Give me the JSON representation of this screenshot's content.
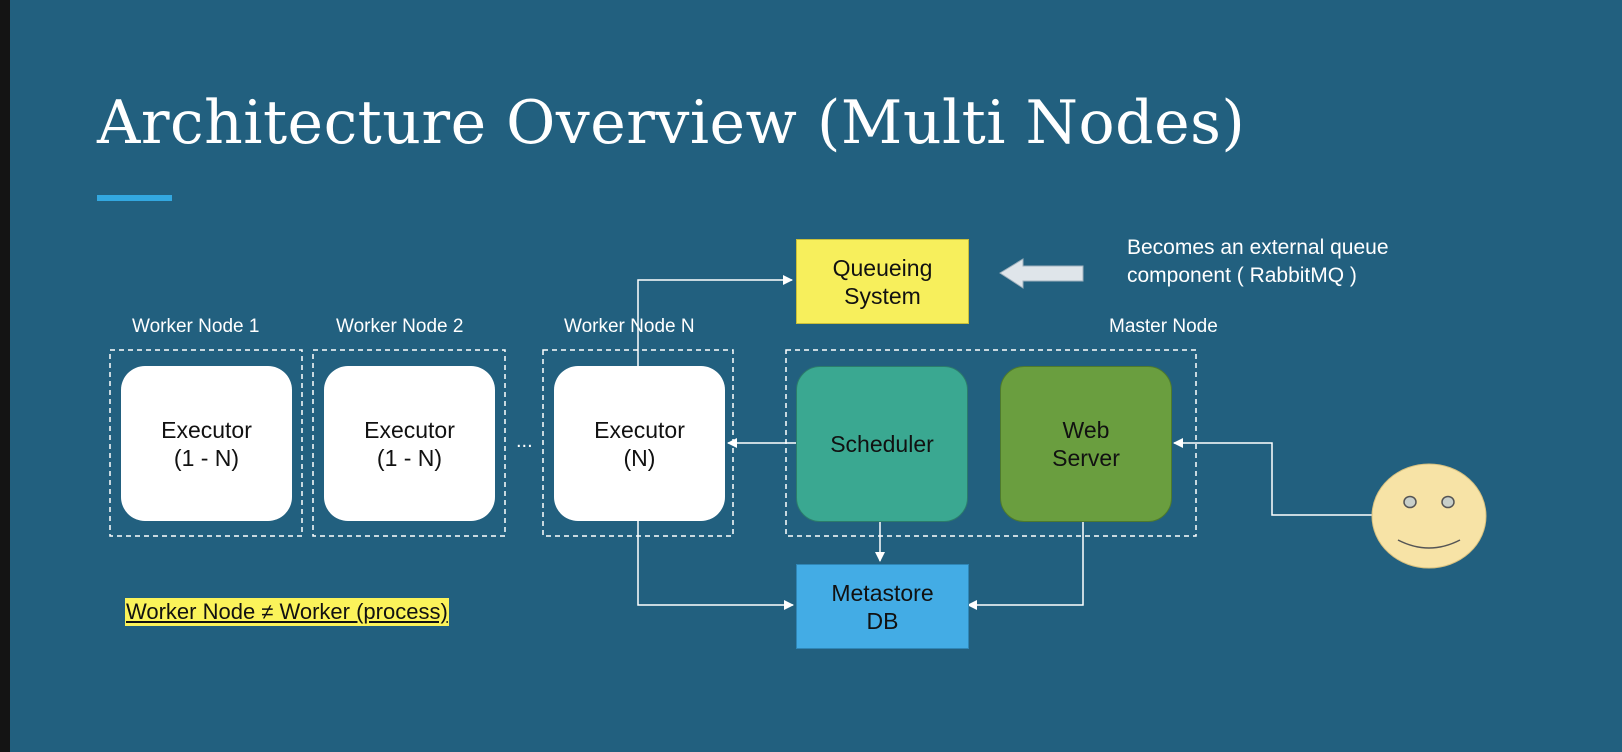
{
  "title": "Architecture Overview (Multi Nodes)",
  "colors": {
    "background": "#22607f",
    "accent": "#33a8e0",
    "executor": "#ffffff",
    "scheduler": "#3aa891",
    "web_server": "#6a9e3f",
    "queue": "#f7ef5c",
    "metastore": "#43ace5",
    "user_face": "#f7e3a6"
  },
  "node_labels": {
    "worker1": "Worker Node 1",
    "worker2": "Worker Node 2",
    "workerN": "Worker Node N",
    "master": "Master Node"
  },
  "components": {
    "executor1": [
      "Executor",
      "(1 - N)"
    ],
    "executor2": [
      "Executor",
      "(1 - N)"
    ],
    "executorN": [
      "Executor",
      "(N)"
    ],
    "scheduler": "Scheduler",
    "web_server": [
      "Web",
      "Server"
    ],
    "queue": [
      "Queueing",
      "System"
    ],
    "metastore": [
      "Metastore",
      "DB"
    ]
  },
  "ellipsis": "...",
  "external_note": [
    "Becomes an external queue",
    "component ( RabbitMQ )"
  ],
  "highlight_note": "Worker Node ≠ Worker (process)",
  "icons": {
    "user": "smiley-face-icon",
    "pointer_arrow": "left-arrow-icon"
  }
}
